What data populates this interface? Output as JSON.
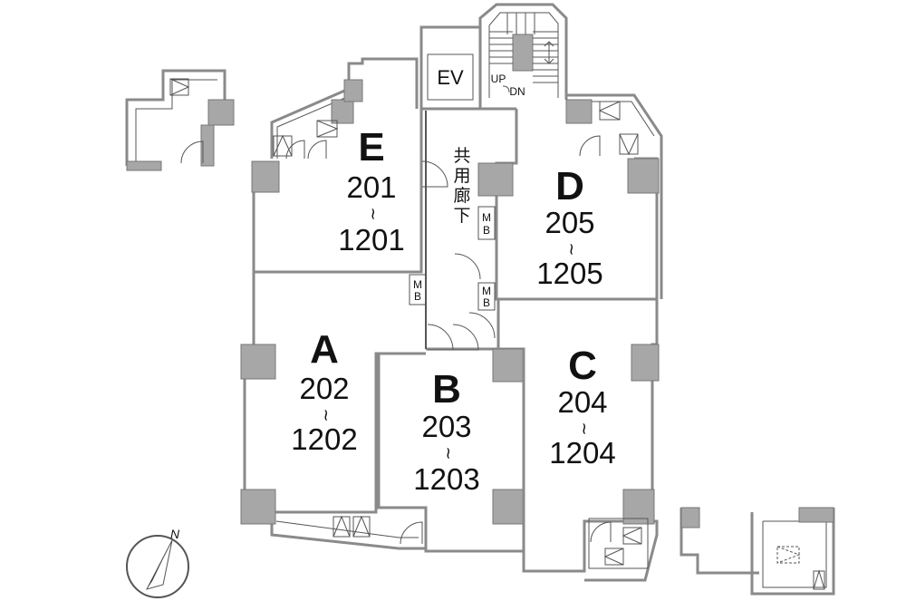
{
  "units": [
    {
      "id": "E",
      "letter": "E",
      "from": "201",
      "sep": "~",
      "to": "1201"
    },
    {
      "id": "A",
      "letter": "A",
      "from": "202",
      "sep": "~",
      "to": "1202"
    },
    {
      "id": "B",
      "letter": "B",
      "from": "203",
      "sep": "~",
      "to": "1203"
    },
    {
      "id": "C",
      "letter": "C",
      "from": "204",
      "sep": "~",
      "to": "1204"
    },
    {
      "id": "D",
      "letter": "D",
      "from": "205",
      "sep": "~",
      "to": "1205"
    }
  ],
  "elevator_label": "EV",
  "stairs": {
    "up_label": "UP",
    "down_label": "DN"
  },
  "corridor_label": [
    "共",
    "用",
    "廊",
    "下"
  ],
  "meter_box_label": [
    "M",
    "B"
  ],
  "north_label": "N",
  "colors": {
    "wall": "#8a8a8a",
    "column": "#a7a7a7",
    "text": "#111111"
  }
}
